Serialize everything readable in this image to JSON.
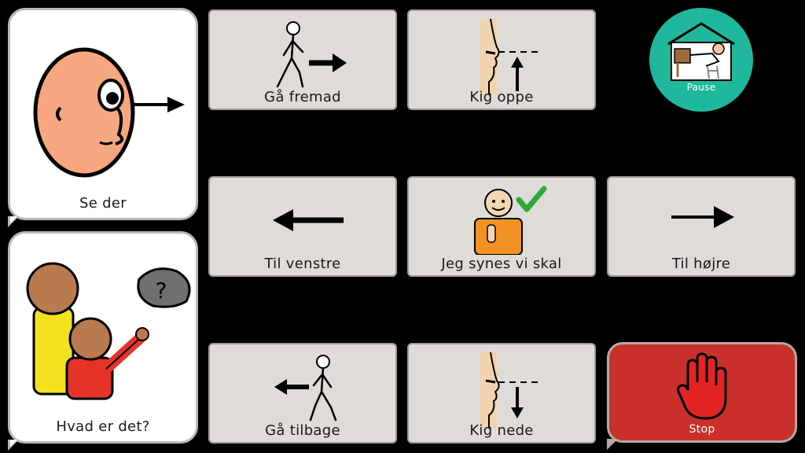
{
  "board": {
    "se_der": {
      "label": "Se der",
      "icon": "look-there-icon"
    },
    "hvad_er_det": {
      "label": "Hvad er det?",
      "icon": "what-is-it-icon"
    },
    "ga_fremad": {
      "label": "Gå fremad",
      "icon": "walk-forward-icon"
    },
    "kig_oppe": {
      "label": "Kig oppe",
      "icon": "look-up-icon"
    },
    "pause": {
      "label": "Pause",
      "icon": "rest-icon",
      "color": "#1fb89c"
    },
    "til_venstre": {
      "label": "Til venstre",
      "icon": "arrow-left-icon"
    },
    "jeg_synes": {
      "label": "Jeg synes vi skal",
      "icon": "i-think-icon"
    },
    "til_hojre": {
      "label": "Til højre",
      "icon": "arrow-right-icon"
    },
    "ga_tilbage": {
      "label": "Gå tilbage",
      "icon": "walk-back-icon"
    },
    "kig_nede": {
      "label": "Kig nede",
      "icon": "look-down-icon"
    },
    "stop": {
      "label": "Stop",
      "icon": "stop-hand-icon",
      "color": "#c9302c"
    }
  }
}
